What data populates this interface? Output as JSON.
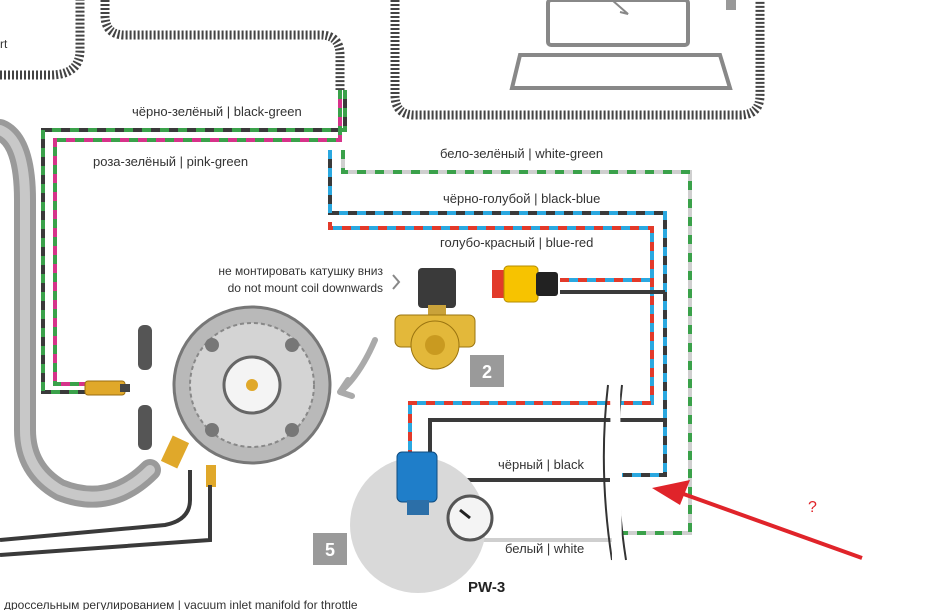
{
  "labels": {
    "black_green": "чёрно-зелёный | black-green",
    "pink_green": "роза-зелёный | pink-green",
    "white_green": "бело-зелёный | white-green",
    "black_blue": "чёрно-голубой | black-blue",
    "blue_red": "голубо-красный | blue-red",
    "black": "чёрный | black",
    "white": "белый | white"
  },
  "notes": {
    "coil_ru": "не монтировать катушку вниз",
    "coil_en": "do not mount coil downwards",
    "bottom": "дроссельным регулированием | vacuum inlet manifold for throttle",
    "top_left_fragment": "rt"
  },
  "badges": {
    "valve": "2",
    "sensor": "5"
  },
  "product": "PW-3",
  "question": "?",
  "colors": {
    "black": "#3a3a3a",
    "green": "#3aa14a",
    "pink": "#d6338a",
    "blue": "#2aa8e0",
    "red": "#e23a2a",
    "white_wire": "#cfcfcf",
    "arrow": "#e0242a",
    "badge": "#9a9a9a"
  }
}
